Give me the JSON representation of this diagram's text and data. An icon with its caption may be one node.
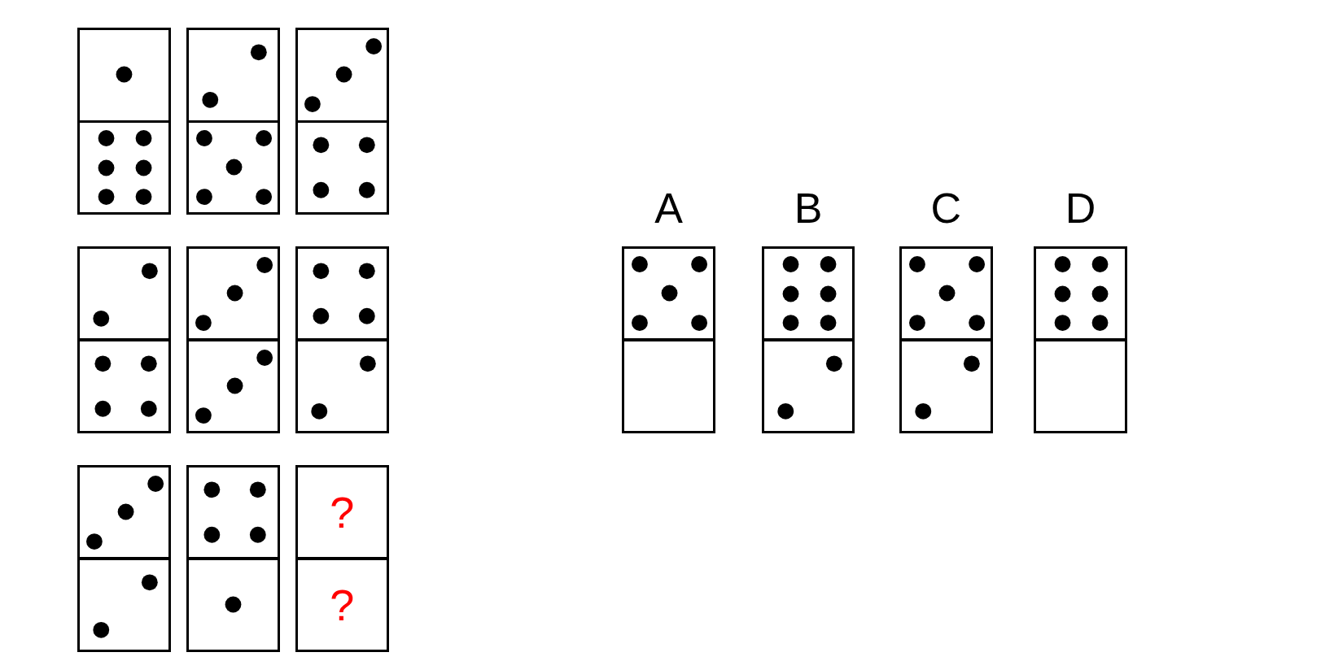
{
  "diagram": {
    "nodes": [
      {
        "text": [],
        "shape": "box"
      },
      {
        "text": [],
        "shape": "box"
      },
      {
        "text": [],
        "shape": "box"
      },
      {
        "text": [],
        "shape": "box"
      },
      {
        "text": [],
        "shape": "box"
      },
      {
        "text": [],
        "shape": "box"
      },
      {
        "text": [],
        "shape": "box"
      },
      {
        "text": [],
        "shape": "box"
      },
      {
        "text": [],
        "shape": "box"
      },
      {
        "text": [],
        "shape": "box"
      },
      {
        "text": [],
        "shape": "box"
      },
      {
        "text": [],
        "shape": "box"
      },
      {
        "text": [],
        "shape": "box"
      },
      {
        "text": [],
        "shape": "box"
      },
      {
        "text": [],
        "shape": "box"
      },
      {
        "text": [],
        "shape": "box"
      },
      {
        "text": [
          "?"
        ]
      },
      {
        "text": [
          "?"
        ]
      },
      {
        "text": [],
        "shape": "box"
      },
      {
        "text": [],
        "shape": "box"
      },
      {
        "text": [],
        "shape": "box"
      },
      {
        "text": [],
        "shape": "box"
      },
      {
        "text": [],
        "shape": "box"
      },
      {
        "text": [],
        "shape": "box"
      },
      {
        "text": [],
        "shape": "box"
      },
      {
        "text": [],
        "shape": "box"
      }
    ],
    "edges": [],
    "labels": [
      "A",
      "B",
      "C",
      "D"
    ]
  }
}
